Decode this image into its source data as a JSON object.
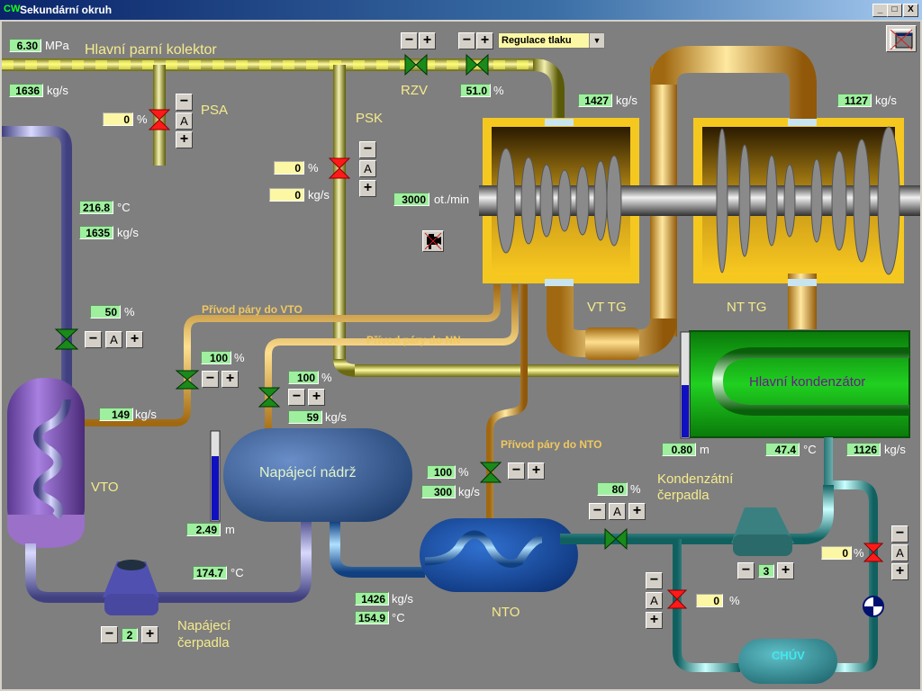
{
  "window": {
    "app_icon": "CW",
    "title": "Sekundární okruh",
    "controls": {
      "minimize": "_",
      "maximize": "□",
      "close": "X"
    }
  },
  "colors": {
    "background": "#7f7f7f",
    "steam_pipe": "#e0c840",
    "steam_branch": "#e8b040",
    "feedwater_pipe": "#8080d8",
    "condensate_pipe": "#40c8c8",
    "condenser": "#18b818",
    "value_box": "#9ef09e",
    "setpoint_box": "#fbf7a4",
    "label_text": "#f5eb8c",
    "valve_open": "#1a8a1a",
    "valve_closed": "#ff1a1a"
  },
  "header": {
    "pressure": {
      "value": "6.30",
      "unit": "MPa"
    },
    "main_flow": {
      "value": "1636",
      "unit": "kg/s"
    },
    "collector_label": "Hlavní parní kolektor",
    "regulation_mode": {
      "selected": "Regulace tlaku"
    },
    "view_toggle_icon": "window-cross-icon"
  },
  "valves": {
    "psa": {
      "label": "PSA",
      "opening": "0",
      "unit": "%",
      "state": "closed"
    },
    "psk": {
      "label": "PSK",
      "opening": "0",
      "opening_unit": "%",
      "flow": "0",
      "flow_unit": "kg/s",
      "state": "closed"
    },
    "rzv": {
      "label": "RZV",
      "state": "open"
    },
    "regulating": {
      "opening": "51.0",
      "unit": "%",
      "state": "open"
    }
  },
  "turbine": {
    "inlet_flow": {
      "value": "1427",
      "unit": "kg/s"
    },
    "lp_inlet_flow": {
      "value": "1127",
      "unit": "kg/s"
    },
    "speed": {
      "value": "3000",
      "unit": "ot./min"
    },
    "hp_label": "VT TG",
    "lp_label": "NT TG",
    "camera_icon": "camera-disabled-icon"
  },
  "extractions": {
    "vto_line": {
      "label": "Přívod páry do VTO",
      "opening": "100",
      "unit": "%",
      "flow": "149",
      "flow_unit": "kg/s"
    },
    "nn_line": {
      "label": "Přívod páry do NN",
      "opening": "100",
      "unit": "%",
      "flow": "59",
      "flow_unit": "kg/s"
    },
    "nto_line": {
      "label": "Přívod páry do NTO",
      "opening": "100",
      "unit": "%",
      "flow": "300",
      "flow_unit": "kg/s"
    }
  },
  "vto": {
    "label": "VTO",
    "temp": {
      "value": "216.8",
      "unit": "°C"
    },
    "flow": {
      "value": "1635",
      "unit": "kg/s"
    },
    "valve_opening": {
      "value": "50",
      "unit": "%"
    }
  },
  "feed_tank": {
    "label": "Napájecí nádrž",
    "level": {
      "value": "2.49",
      "unit": "m"
    },
    "level_fill": 0.72
  },
  "feed_pumps": {
    "label_line1": "Napájecí",
    "label_line2": "čerpadla",
    "count": "2",
    "temp": {
      "value": "174.7",
      "unit": "°C"
    }
  },
  "nto": {
    "label": "NTO",
    "flow": {
      "value": "1426",
      "unit": "kg/s"
    },
    "temp": {
      "value": "154.9",
      "unit": "°C"
    }
  },
  "condenser": {
    "label": "Hlavní kondenzátor",
    "level": {
      "value": "0.80",
      "unit": "m"
    },
    "level_fill": 0.5,
    "temp": {
      "value": "47.4",
      "unit": "°C"
    },
    "flow": {
      "value": "1126",
      "unit": "kg/s"
    }
  },
  "condensate_pumps": {
    "label_line1": "Kondenzátní",
    "label_line2": "čerpadla",
    "count": "3",
    "valve_opening": {
      "value": "80",
      "unit": "%"
    },
    "recirc_valve": {
      "opening": "0",
      "unit": "%"
    },
    "drain_valve": {
      "opening": "0",
      "unit": "%"
    }
  },
  "chuv": {
    "label": "CHÚV"
  },
  "buttons": {
    "minus": "−",
    "plus": "+",
    "auto": "A"
  }
}
